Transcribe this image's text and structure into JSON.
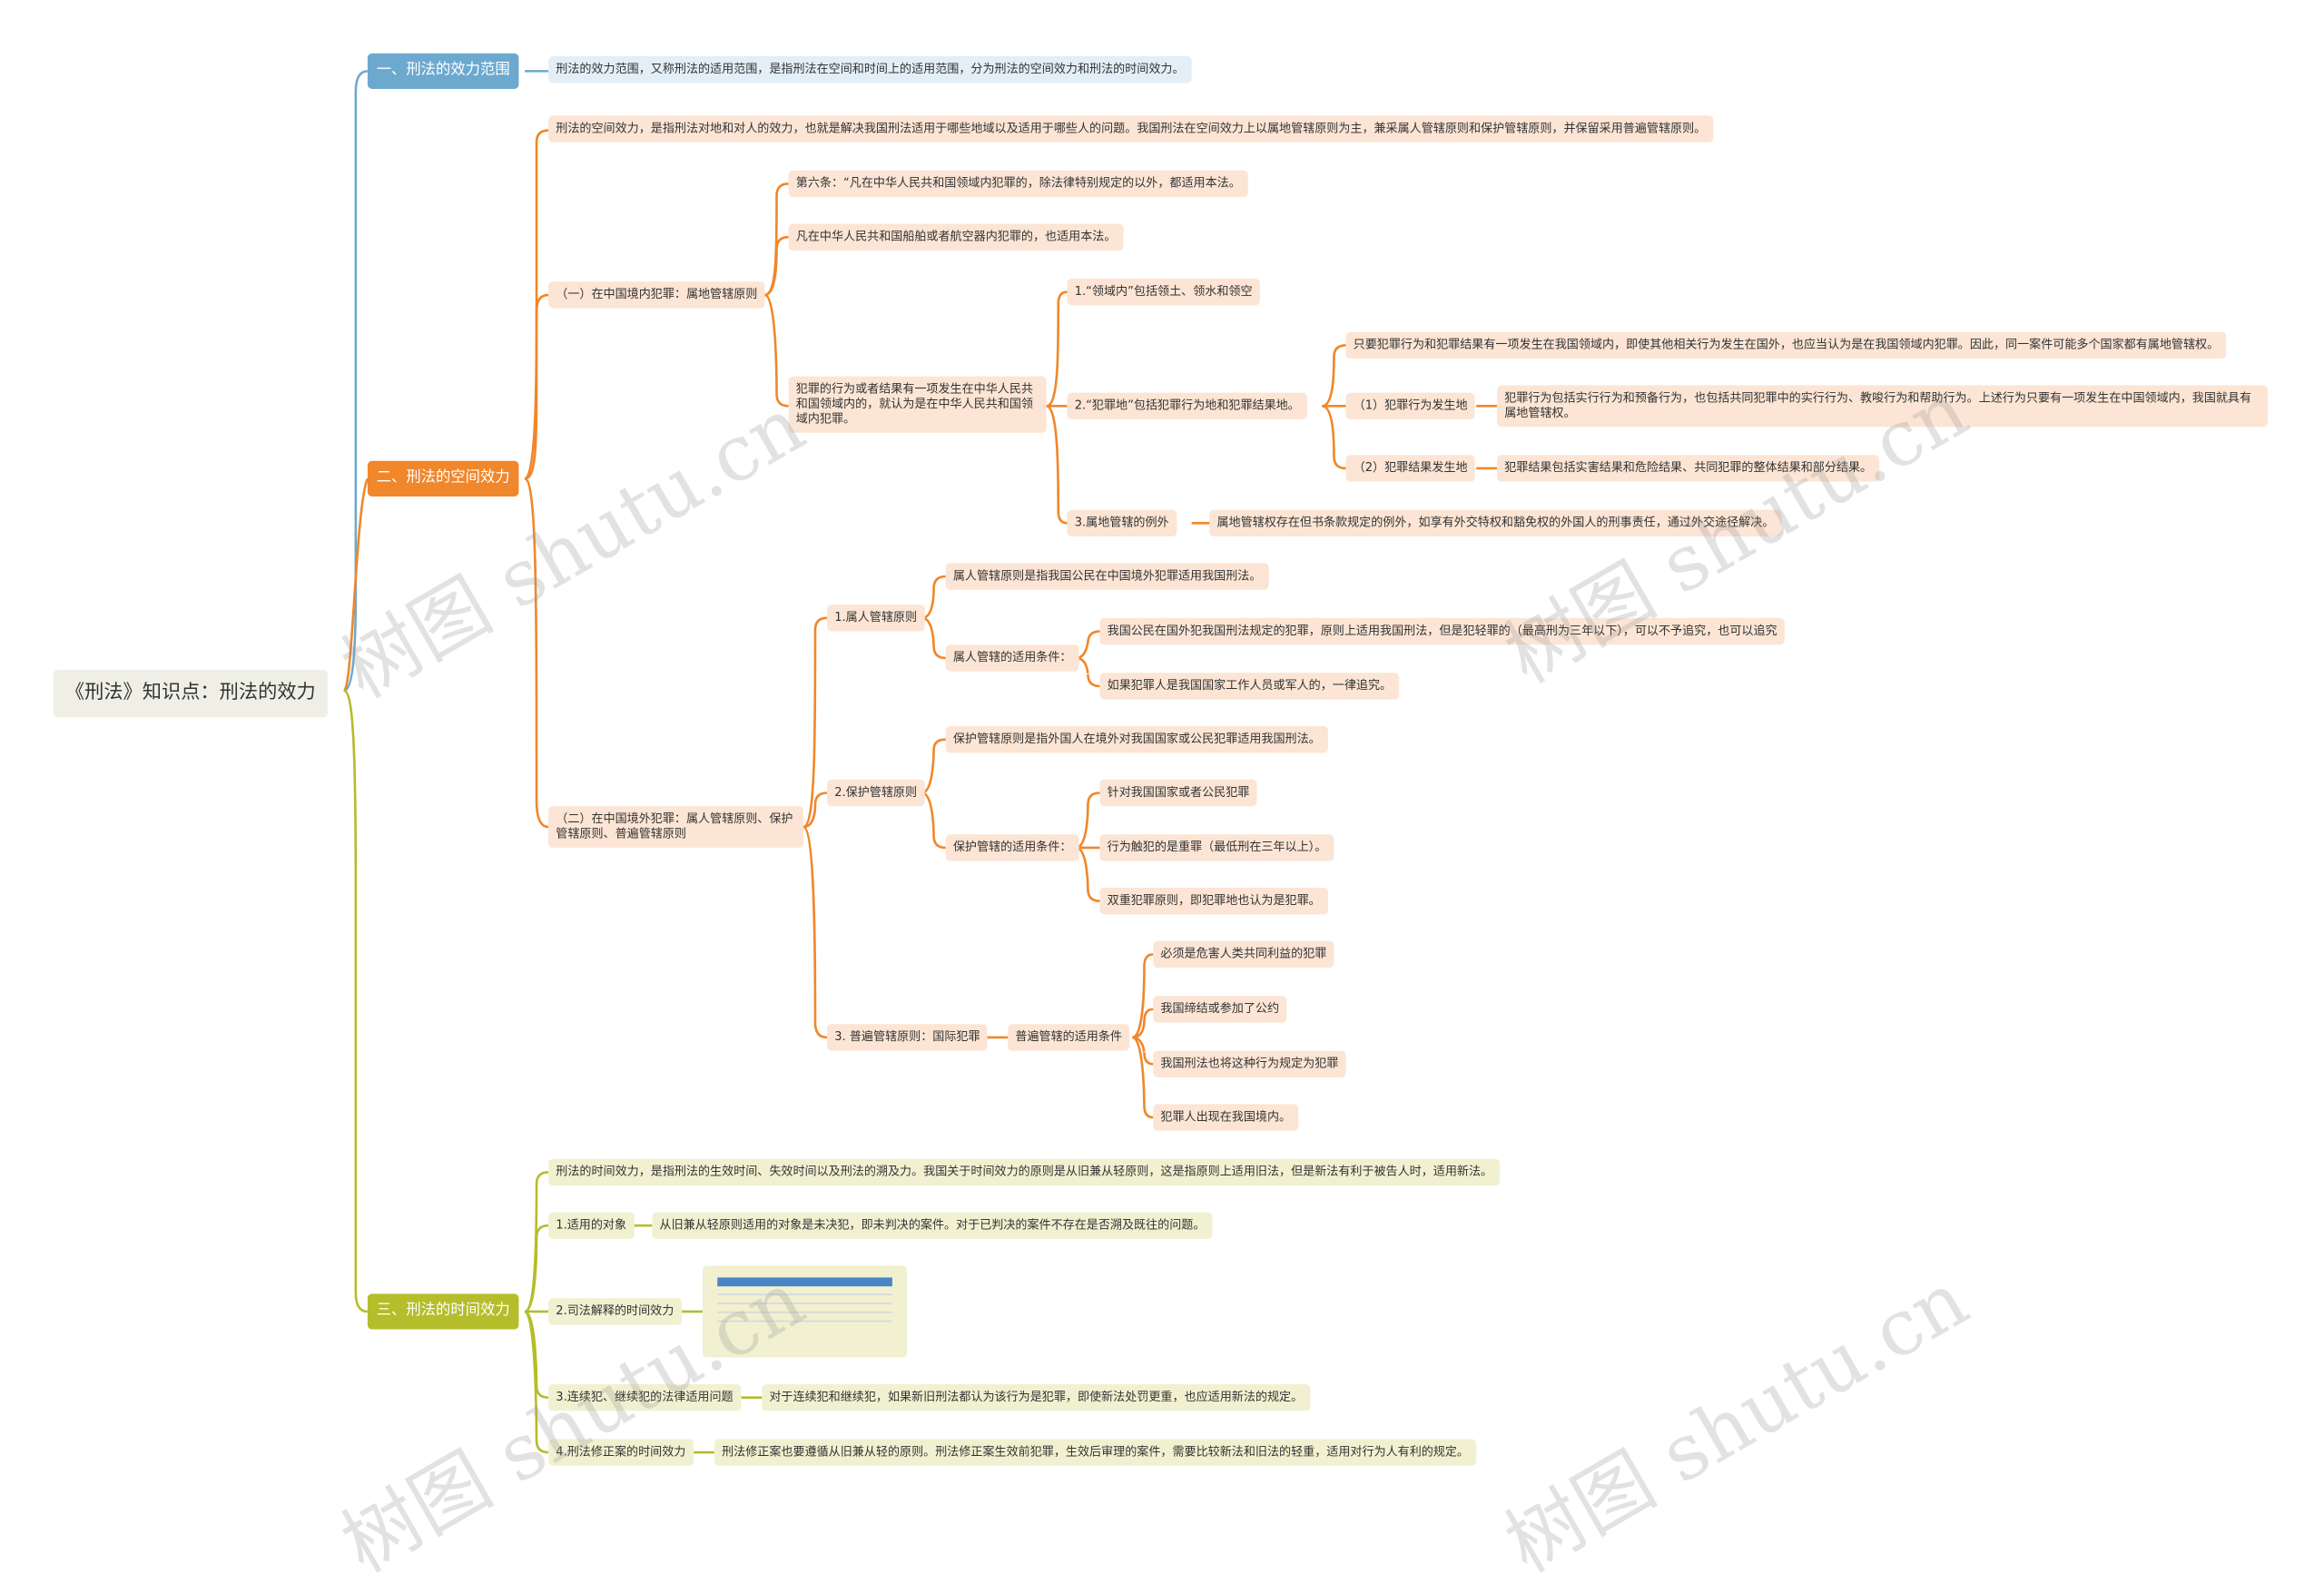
{
  "root": "《刑法》知识点：刑法的效力",
  "branch1": {
    "title": "一、刑法的效力范围",
    "desc": "刑法的效力范围，又称刑法的适用范围，是指刑法在空间和时间上的适用范围，分为刑法的空间效力和刑法的时间效力。"
  },
  "branch2": {
    "title": "二、刑法的空间效力",
    "desc": "刑法的空间效力，是指刑法对地和对人的效力，也就是解决我国刑法适用于哪些地域以及适用于哪些人的问题。我国刑法在空间效力上以属地管辖原则为主，兼采属人管辖原则和保护管辖原则，并保留采用普遍管辖原则。",
    "a": {
      "title": "（一）在中国境内犯罪：属地管辖原则",
      "art6": "第六条：“凡在中华人民共和国领域内犯罪的，除法律特别规定的以外，都适用本法。",
      "ship": "凡在中华人民共和国船舶或者航空器内犯罪的，也适用本法。",
      "act": "犯罪的行为或者结果有一项发生在中华人民共和国领域内的，就认为是在中华人民共和国领域内犯罪。",
      "p1": "1.“领域内”包括领土、领水和领空",
      "p2": "2.“犯罪地”包括犯罪行为地和犯罪结果地。",
      "p2a": "只要犯罪行为和犯罪结果有一项发生在我国领域内，即使其他相关行为发生在国外，也应当认为是在我国领域内犯罪。因此，同一案件可能多个国家都有属地管辖权。",
      "p2b": "（1）犯罪行为发生地",
      "p2b_desc": "犯罪行为包括实行行为和预备行为，也包括共同犯罪中的实行行为、教唆行为和帮助行为。上述行为只要有一项发生在中国领域内，我国就具有属地管辖权。",
      "p2c": "（2）犯罪结果发生地",
      "p2c_desc": "犯罪结果包括实害结果和危险结果、共同犯罪的整体结果和部分结果。",
      "p3": "3.属地管辖的例外",
      "p3_desc": "属地管辖权存在但书条款规定的例外，如享有外交特权和豁免权的外国人的刑事责任，通过外交途径解决。"
    },
    "b": {
      "title": "（二）在中国境外犯罪：属人管辖原则、保护管辖原则、普遍管辖原则",
      "r1": "1.属人管辖原则",
      "r1a": "属人管辖原则是指我国公民在中国境外犯罪适用我国刑法。",
      "r1b": "属人管辖的适用条件：",
      "r1b1": "我国公民在国外犯我国刑法规定的犯罪，原则上适用我国刑法，但是犯轻罪的（最高刑为三年以下），可以不予追究，也可以追究",
      "r1b2": "如果犯罪人是我国国家工作人员或军人的，一律追究。",
      "r2": "2.保护管辖原则",
      "r2a": "保护管辖原则是指外国人在境外对我国国家或公民犯罪适用我国刑法。",
      "r2b": "保护管辖的适用条件：",
      "r2b1": "针对我国国家或者公民犯罪",
      "r2b2": "行为触犯的是重罪（最低刑在三年以上）。",
      "r2b3": "双重犯罪原则，即犯罪地也认为是犯罪。",
      "r3": "3. 普遍管辖原则：国际犯罪",
      "r3a": "普遍管辖的适用条件",
      "r3a1": "必须是危害人类共同利益的犯罪",
      "r3a2": "我国缔结或参加了公约",
      "r3a3": "我国刑法也将这种行为规定为犯罪",
      "r3a4": "犯罪人出现在我国境内。"
    }
  },
  "branch3": {
    "title": "三、刑法的时间效力",
    "desc": "刑法的时间效力，是指刑法的生效时间、失效时间以及刑法的溯及力。我国关于时间效力的原则是从旧兼从轻原则，这是指原则上适用旧法，但是新法有利于被告人时，适用新法。",
    "s1": "1.适用的对象",
    "s1_desc": "从旧兼从轻原则适用的对象是未决犯，即未判决的案件。对于已判决的案件不存在是否溯及既往的问题。",
    "s2": "2.司法解释的时间效力",
    "s3": "3.连续犯、继续犯的法律适用问题",
    "s3_desc": "对于连续犯和继续犯，如果新旧刑法都认为该行为是犯罪，即使新法处罚更重，也应适用新法的规定。",
    "s4": "4.刑法修正案的时间效力",
    "s4_desc": "刑法修正案也要遵循从旧兼从轻的原则。刑法修正案生效前犯罪，生效后审理的案件，需要比较新法和旧法的轻重，适用对行为人有利的规定。"
  },
  "watermark": "树图 shutu.cn",
  "colors": {
    "blue": "#6da9cf",
    "orange": "#f0872a",
    "olive": "#b5bd2a",
    "root_bg": "#efefe6"
  }
}
